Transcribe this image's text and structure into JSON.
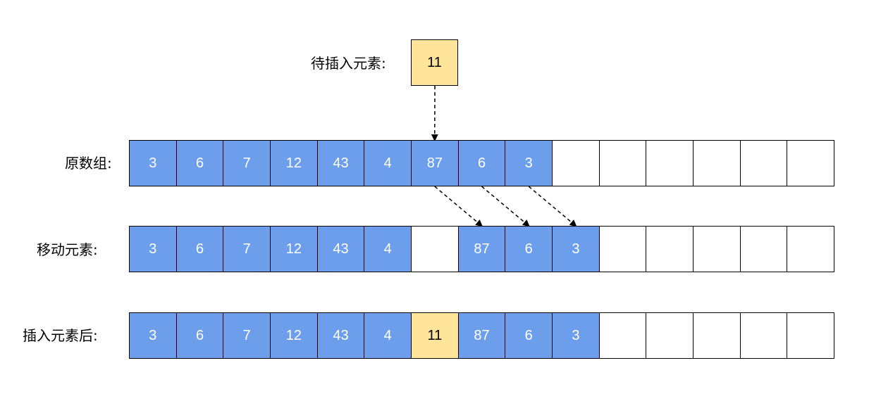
{
  "colors": {
    "filled": "#6d9eeb",
    "highlight": "#ffe599",
    "empty": "#ffffff",
    "border": "#000000"
  },
  "pending": {
    "label": "待插入元素:",
    "value": "11"
  },
  "rows": [
    {
      "id": "original",
      "label": "原数组:",
      "cells": [
        "3",
        "6",
        "7",
        "12",
        "43",
        "4",
        "87",
        "6",
        "3",
        "",
        "",
        "",
        "",
        "",
        ""
      ]
    },
    {
      "id": "shifted",
      "label": "移动元素:",
      "cells": [
        "3",
        "6",
        "7",
        "12",
        "43",
        "4",
        "",
        "87",
        "6",
        "3",
        "",
        "",
        "",
        "",
        ""
      ]
    },
    {
      "id": "inserted",
      "label": "插入元素后:",
      "cells": [
        "3",
        "6",
        "7",
        "12",
        "43",
        "4",
        "11",
        "87",
        "6",
        "3",
        "",
        "",
        "",
        "",
        ""
      ],
      "highlight_index": 6
    }
  ],
  "arrows": [
    {
      "from": "pending",
      "to": "original[6]"
    },
    {
      "from": "original[6]",
      "to": "shifted[7]"
    },
    {
      "from": "original[7]",
      "to": "shifted[8]"
    },
    {
      "from": "original[8]",
      "to": "shifted[9]"
    }
  ]
}
